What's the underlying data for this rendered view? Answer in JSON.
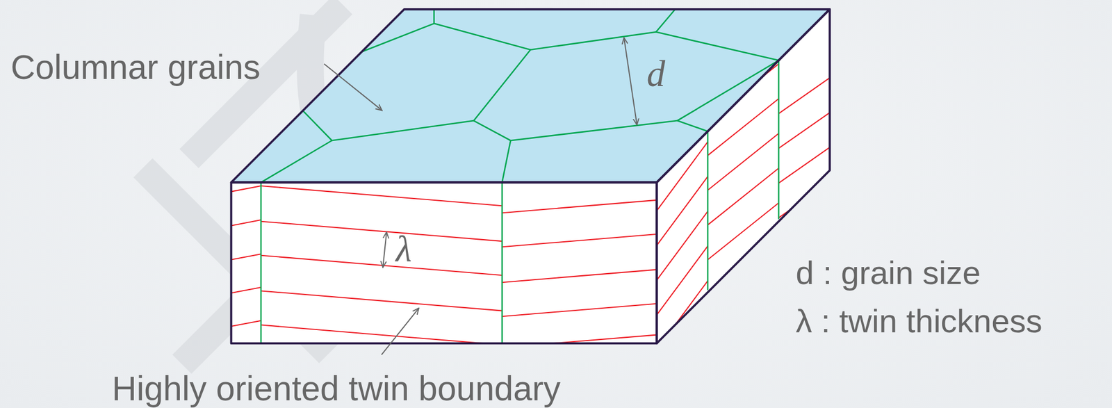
{
  "diagram": {
    "labels": [
      "Columnar grains",
      "d",
      "λ",
      "Highly oriented twin boundary",
      "d : grain size",
      "λ : twin thickness"
    ]
  }
}
